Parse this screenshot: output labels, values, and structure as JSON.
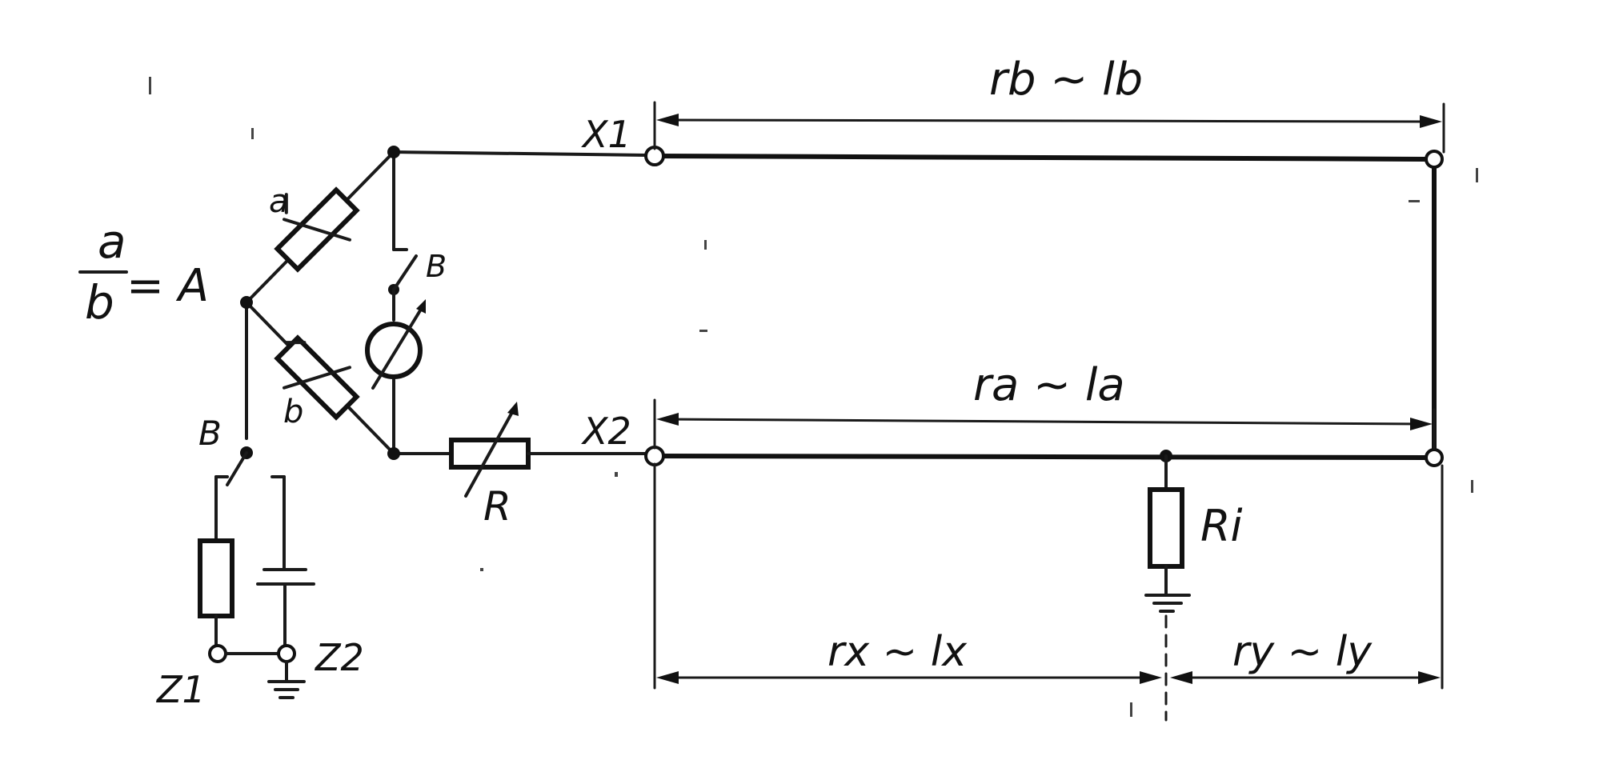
{
  "labels": {
    "ratio_num": "a",
    "ratio_den": "b",
    "ratio_eq": "= A",
    "res_a": "a",
    "res_b": "b",
    "switch_B_upper": "B",
    "switch_B_lower": "B",
    "rheostat": "R",
    "x1": "X1",
    "x2": "X2",
    "rb_lb": "rb ~ lb",
    "ra_la": "ra ~ la",
    "ri": "Ri",
    "rx_lx": "rx ~ lx",
    "ry_ly": "ry ~ ly",
    "z1": "Z1",
    "z2": "Z2"
  }
}
